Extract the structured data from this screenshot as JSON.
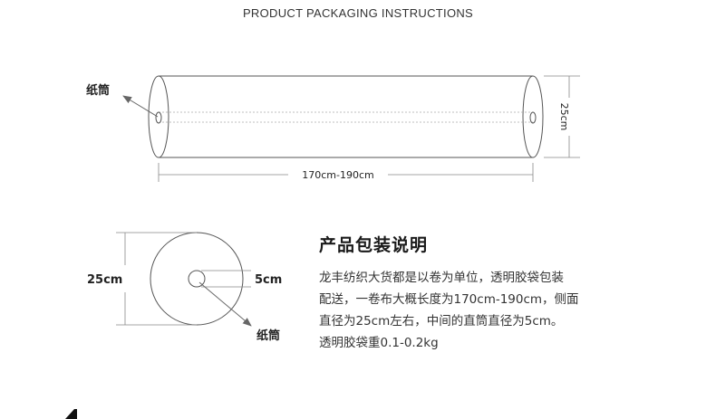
{
  "title": "PRODUCT PACKAGING INSTRUCTIONS",
  "side_view": {
    "core_label": "纸筒",
    "length_label": "170cm-190cm",
    "diameter_label": "25cm"
  },
  "end_view": {
    "outer_label": "25cm",
    "inner_label": "5cm",
    "core_label": "纸筒"
  },
  "description": {
    "heading": "产品包装说明",
    "lines": [
      "龙丰纺织大货都是以卷为单位，透明胶袋包装",
      "配送，一卷布大概长度为170cm-190cm，侧面",
      "直径为25cm左右，中间的直筒直径为5cm。",
      "透明胶袋重0.1-0.2kg"
    ]
  },
  "colors": {
    "line": "#555555",
    "dim_line": "#888888",
    "text": "#222222"
  }
}
